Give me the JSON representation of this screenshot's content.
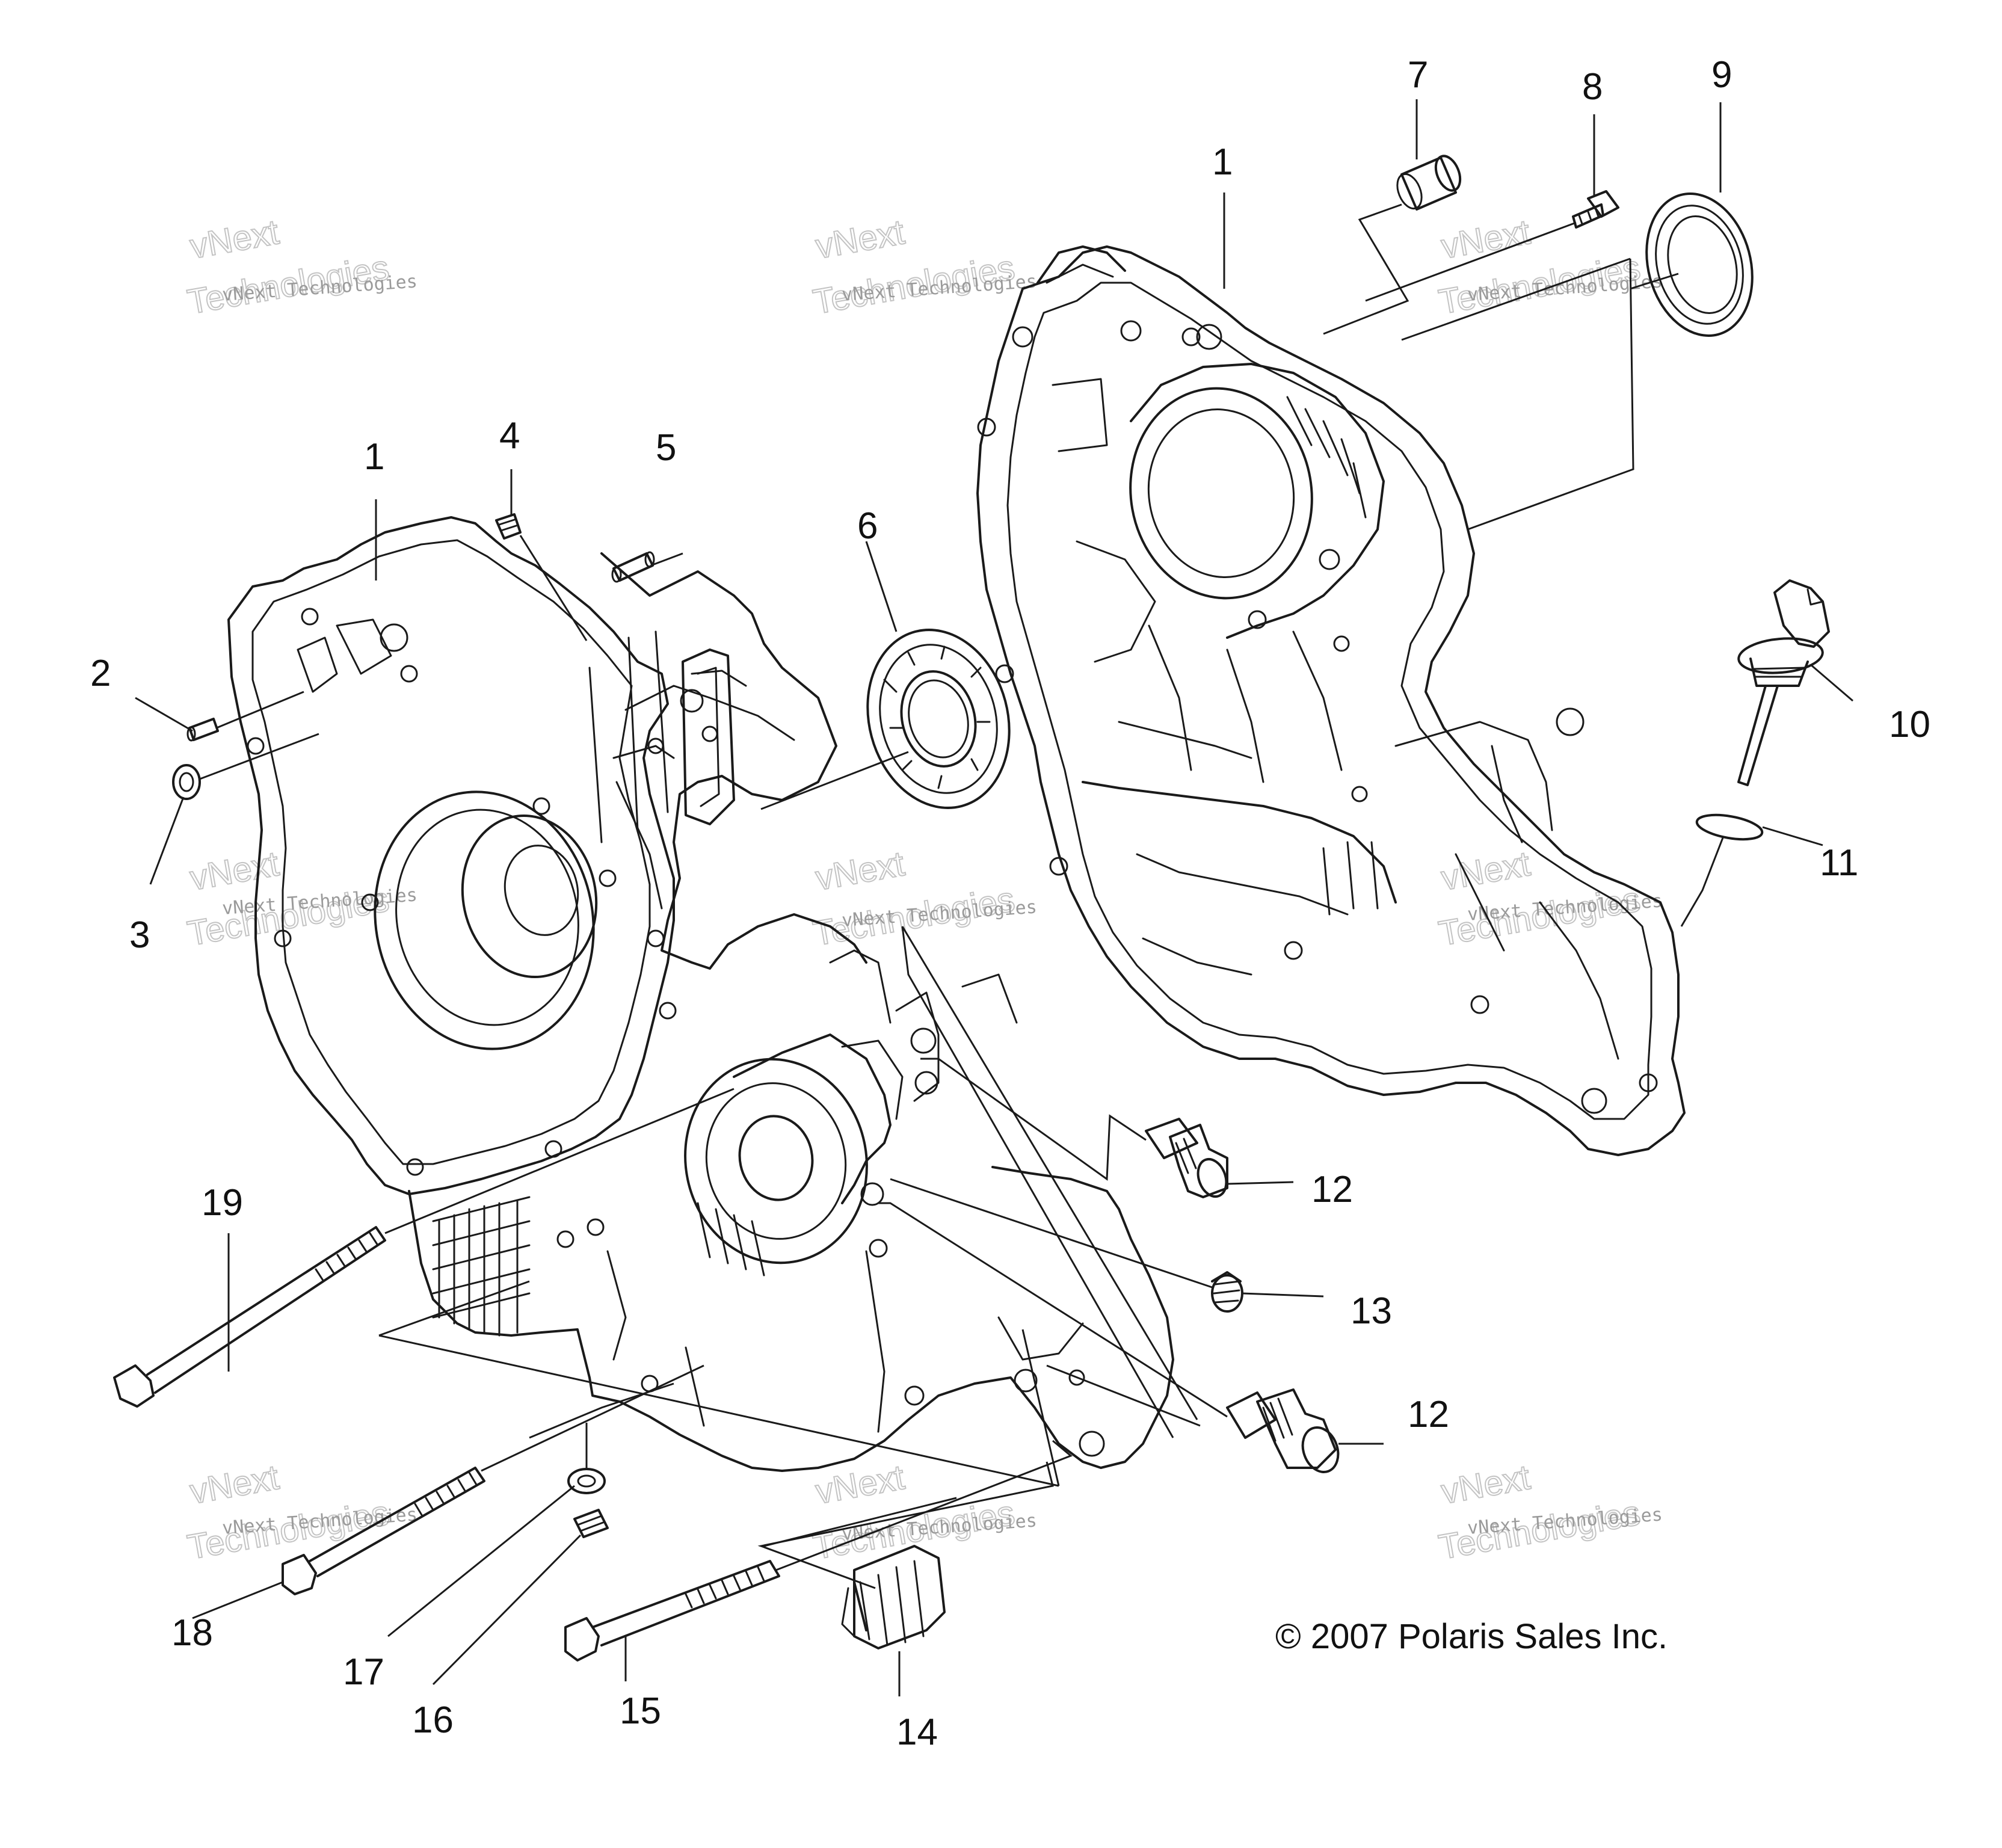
{
  "callouts": {
    "c1_a": "1",
    "c1_b": "1",
    "c2": "2",
    "c3": "3",
    "c4": "4",
    "c5": "5",
    "c6": "6",
    "c7": "7",
    "c8": "8",
    "c9": "9",
    "c10": "10",
    "c11": "11",
    "c12_a": "12",
    "c12_b": "12",
    "c13": "13",
    "c14": "14",
    "c15": "15",
    "c16": "16",
    "c17": "17",
    "c18": "18",
    "c19": "19"
  },
  "watermark": {
    "small": "vNext Technologies",
    "big": "Technologies",
    "brand": "vNext"
  },
  "copyright": "© 2007 Polaris Sales Inc."
}
